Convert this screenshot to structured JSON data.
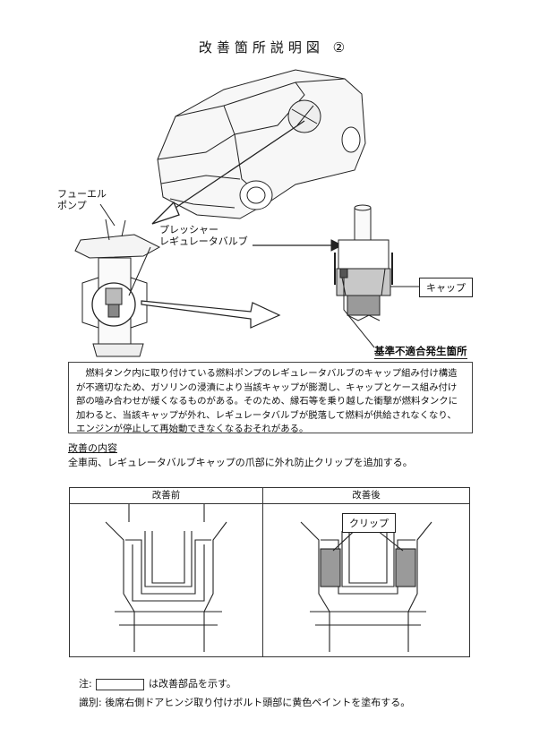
{
  "title": "改善箇所説明図 ②",
  "figure": {
    "label_fuel_pump": [
      "フューエル",
      "ポンプ"
    ],
    "label_regulator": [
      "プレッシャー",
      "レギュレータバルブ"
    ],
    "label_cap": "キャップ",
    "label_defect_location": "基準不適合発生箇所"
  },
  "description": "燃料タンク内に取り付けている燃料ポンプのレギュレータバルブのキャップ組み付け構造が不適切なため、ガソリンの浸漬により当該キャップが膨潤し、キャップとケース組み付け部の嚙み合わせが緩くなるものがある。そのため、縁石等を乗り越した衝撃が燃料タンクに加わると、当該キャップが外れ、レギュレータバルブが脱落して燃料が供給されなくなり、エンジンが停止して再始動できなくなるおそれがある。",
  "improvement": {
    "heading": "改善の内容",
    "text": "全車両、レギュレータバルブキャップの爪部に外れ防止クリップを追加する。"
  },
  "comparison": {
    "before_label": "改善前",
    "after_label": "改善後",
    "clip_label": "クリップ"
  },
  "notes": {
    "legend_prefix": "注:",
    "legend_suffix": "は改善部品を示す。",
    "identification": "識別: 後席右側ドアヒンジ取り付けボルト頭部に黄色ペイントを塗布する。"
  }
}
